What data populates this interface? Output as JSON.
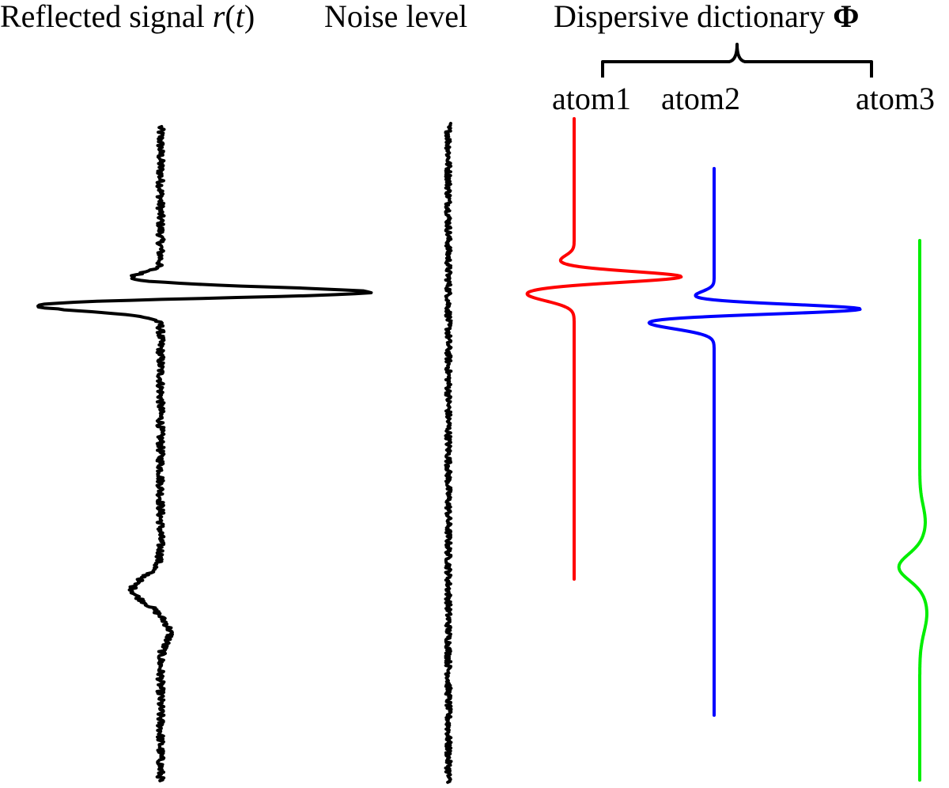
{
  "labels": {
    "signal_label": "Reflected signal ",
    "signal_symbol_r": "r",
    "signal_symbol_open": "(",
    "signal_symbol_t": "t",
    "signal_symbol_close": ")",
    "noise_label": "Noise level",
    "dictionary_label": "Dispersive dictionary ",
    "dictionary_symbol": "Φ"
  },
  "atoms": [
    {
      "name": "atom1",
      "color": "#ff0000"
    },
    {
      "name": "atom2",
      "color": "#0000ff"
    },
    {
      "name": "atom3",
      "color": "#00ee00"
    }
  ],
  "colors": {
    "signal": "#000000",
    "noise": "#000000"
  }
}
